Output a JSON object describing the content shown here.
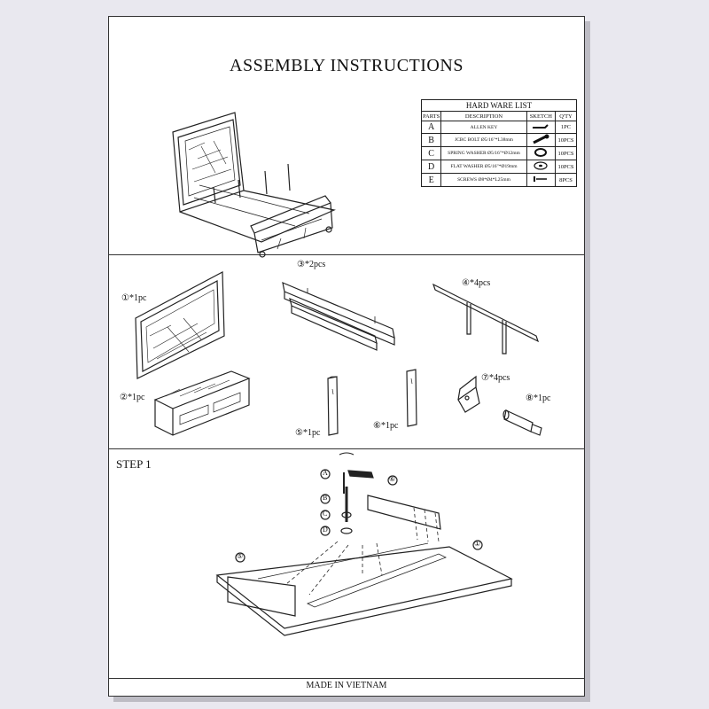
{
  "title": "ASSEMBLY INSTRUCTIONS",
  "hardware": {
    "title": "HARD WARE LIST",
    "headers": [
      "PARTS",
      "DESCRIPTION",
      "SKETCH",
      "Q'TY"
    ],
    "rows": [
      {
        "part": "A",
        "desc": "ALLEN KEY",
        "qty": "1PC"
      },
      {
        "part": "B",
        "desc": "JCBC BOLT Ø5/16\"*L38mm",
        "qty": "10PCS"
      },
      {
        "part": "C",
        "desc": "SPRING WASHER Ø5/16\"*Ø12mm",
        "qty": "10PCS"
      },
      {
        "part": "D",
        "desc": "FLAT WASHER Ø5/16\"*Ø19mm",
        "qty": "10PCS"
      },
      {
        "part": "E",
        "desc": "SCREWS Ø8*Ø4*L25mm",
        "qty": "8PCS"
      }
    ]
  },
  "parts": [
    {
      "label": "①*1pc"
    },
    {
      "label": "②*1pc"
    },
    {
      "label": "③*2pcs"
    },
    {
      "label": "④*4pcs"
    },
    {
      "label": "⑤*1pc"
    },
    {
      "label": "⑥*1pc"
    },
    {
      "label": "⑦*4pcs"
    },
    {
      "label": "⑧*1pc"
    }
  ],
  "step": {
    "title": "STEP  1",
    "callouts": [
      "A",
      "B",
      "C",
      "D",
      "⑥",
      "①",
      "⑤"
    ]
  },
  "footer": "MADE IN VIETNAM"
}
